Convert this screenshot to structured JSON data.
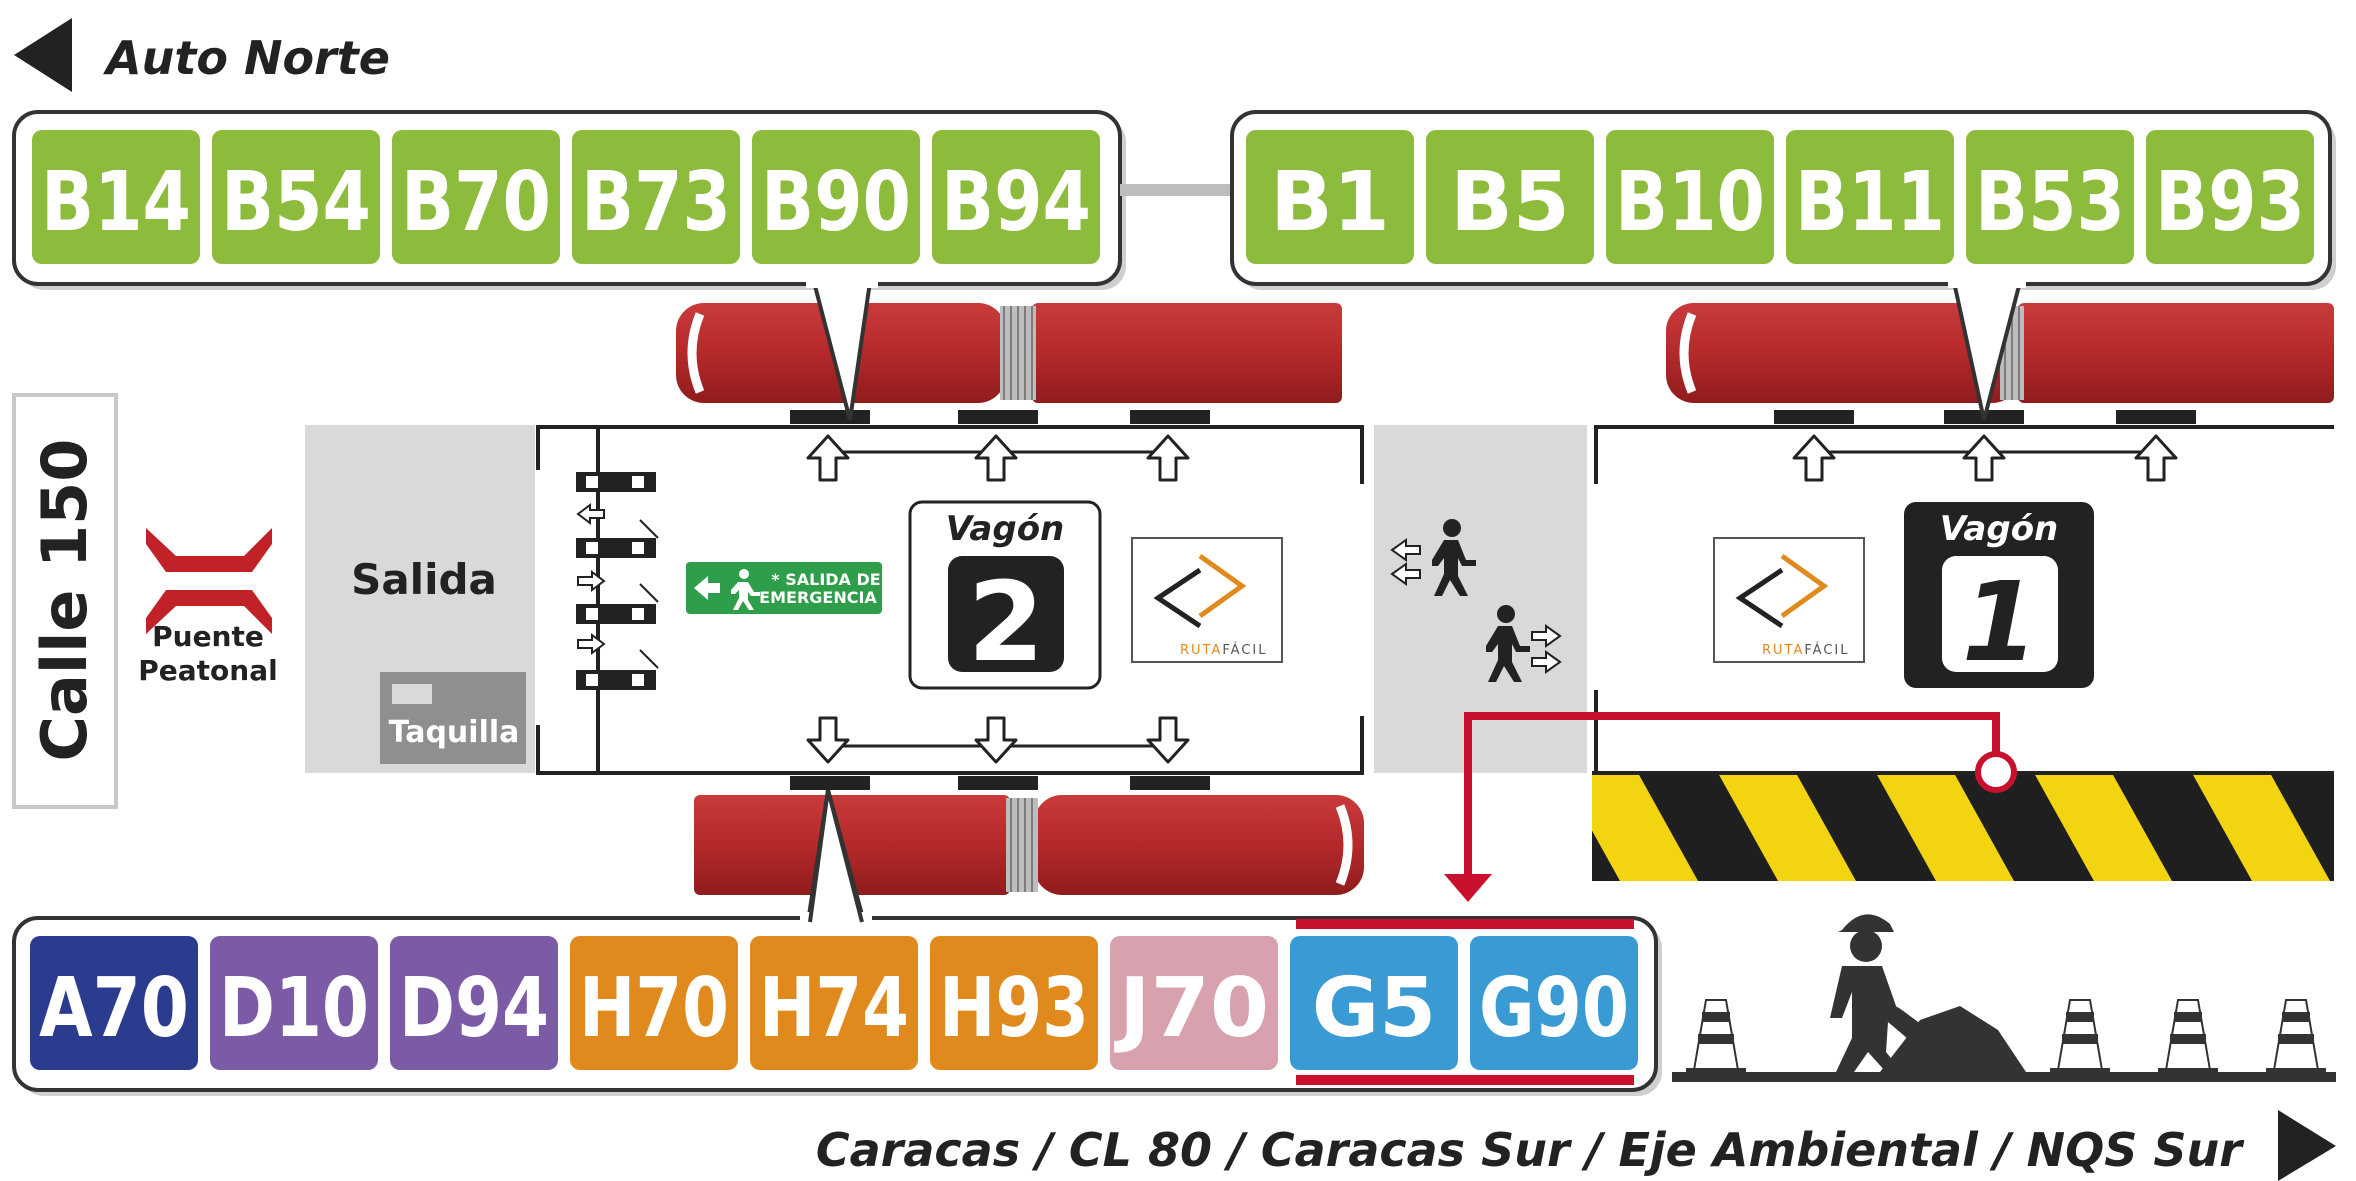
{
  "direction_north": {
    "label": "Auto Norte"
  },
  "direction_south": {
    "label": "Caracas / CL 80 / Caracas Sur / Eje Ambiental / NQS Sur"
  },
  "street": {
    "label": "Calle 150"
  },
  "bridge": {
    "line1": "Puente",
    "line2": "Peatonal"
  },
  "exit": {
    "label": "Salida"
  },
  "ticket_office": {
    "label": "Taquilla"
  },
  "emergency_exit": {
    "line1": "* SALIDA DE",
    "line2": "EMERGENCIA"
  },
  "brand": {
    "word1": "RUTA",
    "word2": "FÁCIL"
  },
  "wagon2": {
    "title": "Vagón",
    "number": "2"
  },
  "wagon1": {
    "title": "Vagón",
    "number": "1"
  },
  "routes_top_left": [
    "B14",
    "B54",
    "B70",
    "B73",
    "B90",
    "B94"
  ],
  "routes_top_right": [
    "B1",
    "B5",
    "B10",
    "B11",
    "B53",
    "B93"
  ],
  "routes_bottom": [
    {
      "code": "A70",
      "color": "#2B3C8E"
    },
    {
      "code": "D10",
      "color": "#7B5BA6"
    },
    {
      "code": "D94",
      "color": "#7B5BA6"
    },
    {
      "code": "H70",
      "color": "#E08A1E"
    },
    {
      "code": "H74",
      "color": "#E08A1E"
    },
    {
      "code": "H93",
      "color": "#E08A1E"
    },
    {
      "code": "J70",
      "color": "#D8A1AE"
    },
    {
      "code": "G5",
      "color": "#3A9AD3"
    },
    {
      "code": "G90",
      "color": "#3A9AD3"
    }
  ],
  "colors": {
    "route_green": "#8DBB3C",
    "bus_red": "#B5292A",
    "platform_gray": "#D9D9D9",
    "accent_red": "#C9102E",
    "hazard_yellow": "#F2D411"
  }
}
